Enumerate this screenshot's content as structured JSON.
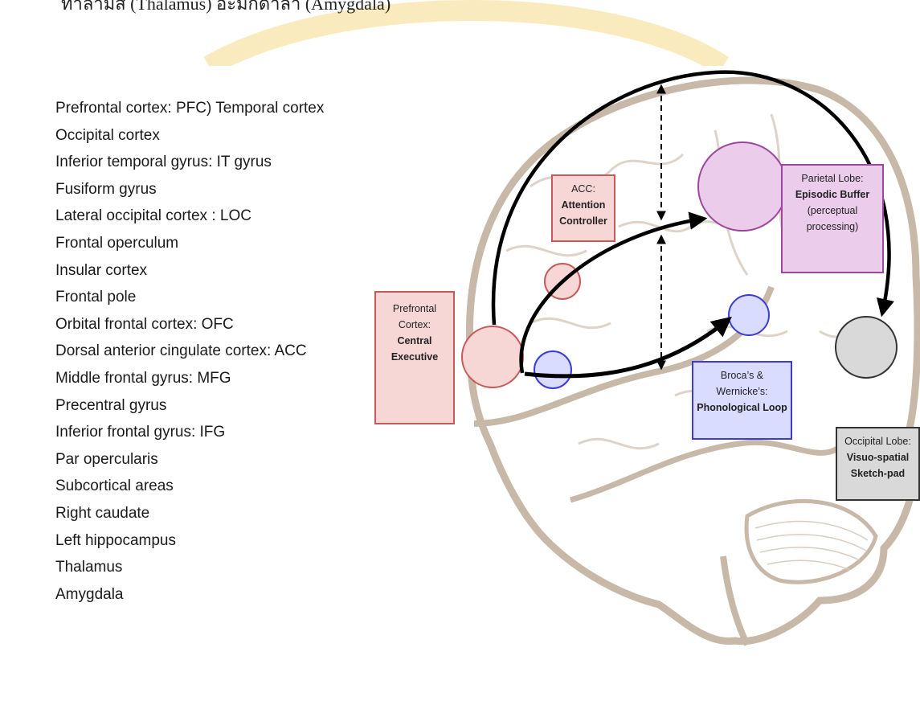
{
  "caption": "ทาลามัส (Thalamus) อะมิกดาลา (Amygdala)",
  "regions": [
    "Prefrontal cortex: PFC) Temporal cortex",
    "Occipital cortex",
    "Inferior temporal gyrus: IT gyrus",
    "Fusiform gyrus",
    "Lateral occipital cortex : LOC",
    "Frontal operculum",
    "Insular cortex",
    "Frontal pole",
    "Orbital frontal cortex: OFC",
    "Dorsal anterior cingulate cortex: ACC",
    "Middle frontal gyrus: MFG",
    "Precentral gyrus",
    "Inferior frontal gyrus: IFG",
    "Par opercularis",
    "Subcortical areas",
    "Right caudate",
    "Left hippocampus",
    "Thalamus",
    "Amygdala"
  ],
  "boxes": {
    "pfc": {
      "line1": "Prefrontal",
      "line2": "Cortex:",
      "bold1": "Central",
      "bold2": "Executive"
    },
    "acc": {
      "line1": "ACC:",
      "bold1": "Attention",
      "bold2": "Controller"
    },
    "parietal": {
      "line1": "Parietal Lobe:",
      "bold1": "Episodic Buffer",
      "line2": "(perceptual",
      "line3": "processing)"
    },
    "broca": {
      "line1": "Broca’s &",
      "line2": "Wernicke’s:",
      "bold1": "Phonological Loop"
    },
    "occipital": {
      "line1": "Occipital Lobe:",
      "bold1": "Visuo-spatial",
      "bold2": "Sketch-pad"
    }
  },
  "colors": {
    "pfc_fill": "#f7d6d6",
    "pfc_border": "#c55a5a",
    "parietal_fill": "#ebcdeb",
    "parietal_border": "#9e479e",
    "broca_fill": "#d9dcff",
    "broca_border": "#3b3bd6",
    "occipital_fill": "#d9d9d9",
    "occipital_border": "#333333",
    "brain_outline": "#c7b8a8",
    "watermark": "#f5d97a"
  }
}
